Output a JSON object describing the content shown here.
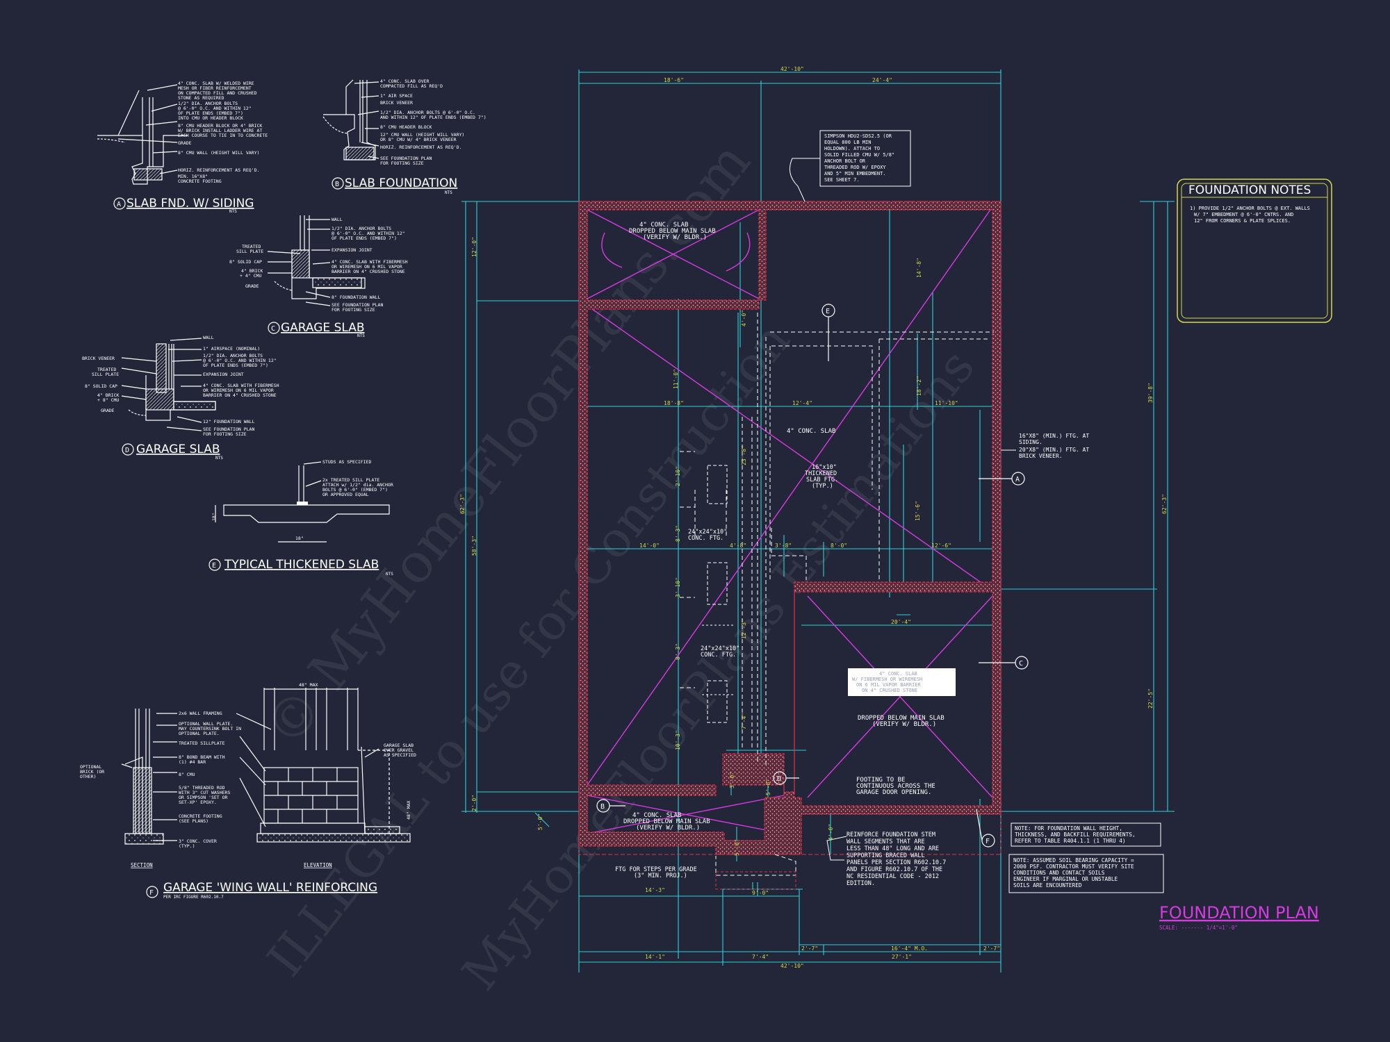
{
  "watermark": {
    "line1": "© MyHomeFloorPlans.com",
    "line2": "ILLEGAL to use for Construction",
    "line3": "MyHomeFloorPlans Estimations"
  },
  "details": [
    {
      "tag": "A",
      "title": "SLAB FND. W/ SIDING",
      "nts": "NTS",
      "notes": [
        "4\" CONC. SLAB W/ WELDED WIRE",
        "MESH OR FIBER REINFORCEMENT",
        "ON COMPACTED FILL AND CRUSHED",
        "STONE AS REQUIRED",
        "1/2\" DIA. ANCHOR BOLTS",
        "@ 6'-0\" O.C. AND WITHIN 12\"",
        "OF PLATE ENDS (EMBED 7\")",
        "INTO CMU OR HEADER BLOCK",
        "8\" CMU HEADER BLOCK OR 4\" BRICK",
        "W/ BRICK INSTALL LADDER WIRE AT",
        "EACH COURSE TO TIE IN TO CONCRETE",
        "GRADE",
        "8\" CMU WALL (HEIGHT WILL VARY)",
        "HORIZ. REINFORCEMENT AS REQ'D.",
        "MIN. 16\"X8\"",
        "CONCRETE FOOTING"
      ]
    },
    {
      "tag": "B",
      "title": "SLAB FOUNDATION",
      "nts": "NTS",
      "notes": [
        "4\" CONC. SLAB OVER",
        "COMPACTED FILL AS REQ'D",
        "1\" AIR SPACE",
        "BRICK VENEER",
        "1/2\" DIA. ANCHOR BOLTS @ 6'-0\" O.C.",
        "AND WITHIN 12\" OF PLATE ENDS (EMBED 7\")",
        "8\" CMU HEADER BLOCK",
        "12\" CMU WALL (HEIGHT WILL VARY)",
        "OR 8\" CMU W/ 4\" BRICK VENEER",
        "HORIZ. REINFORCEMENT AS REQ'D.",
        "SEE FOUNDATION PLAN",
        "FOR FOOTING SIZE"
      ]
    },
    {
      "tag": "C",
      "title": "GARAGE SLAB",
      "nts": "NTS",
      "notes": [
        "WALL",
        "1/2\" DIA. ANCHOR BOLTS",
        "@ 6'-0\" O.C. AND WITHIN 12\"",
        "OF PLATE ENDS (EMBED 7\")",
        "EXPANSION JOINT",
        "4\" CONC. SLAB WITH FIBERMESH",
        "OR WIREMESH ON 6 MIL VAPOR",
        "BARRIER ON 4\" CRUSHED STONE",
        "8\" FOUNDATION WALL",
        "SEE FOUNDATION PLAN",
        "FOR FOOTING SIZE"
      ],
      "left_notes": [
        "TREATED",
        "SILL PLATE",
        "8\" SOLID CAP",
        "4\" BRICK",
        "+ 4\" CMU",
        "GRADE"
      ]
    },
    {
      "tag": "D",
      "title": "GARAGE SLAB",
      "nts": "NTS",
      "notes": [
        "WALL",
        "1\" AIRSPACE (NOMINAL)",
        "1/2\" DIA. ANCHOR BOLTS",
        "@ 6'-0\" O.C. AND WITHIN 12\"",
        "OF PLATE ENDS (EMBED 7\")",
        "EXPANSION JOINT",
        "4\" CONC. SLAB WITH FIBERMESH",
        "OR WIREMESH ON 6 MIL VAPOR",
        "BARRIER ON 4\" CRUSHED STONE",
        "12\" FOUNDATION WALL",
        "SEE FOUNDATION PLAN",
        "FOR FOOTING SIZE"
      ],
      "left_notes": [
        "BRICK VENEER",
        "TREATED",
        "SILL PLATE",
        "8\" SOLID CAP",
        "4\" BRICK",
        "+ 8\" CMU",
        "GRADE"
      ]
    },
    {
      "tag": "E",
      "title": "TYPICAL THICKENED SLAB",
      "nts": "NTS",
      "notes": [
        "STUDS AS SPECIFIED",
        "2x TREATED SILL PLATE",
        "ATTACH w/ 1/2\" dia. ANCHOR",
        "BOLTS @ 6'-0\" (EMBED 7\")",
        "OR APPROVED EQUAL"
      ],
      "dims": [
        "18\"",
        "18\""
      ]
    },
    {
      "tag": "F",
      "title": "GARAGE 'WING WALL' REINFORCING",
      "subtitle": "PER IRC FIGURE R602.10.7",
      "notes": [
        "2x6 WALL FRAMING",
        "OPTIONAL WALL PLATE.",
        "MAY COUNTERSINK BOLT IN",
        "OPTIONAL PLATE.",
        "TREATED SILLPLATE",
        "8\" BOND BEAM WITH",
        "(1) #4 BAR",
        "8\" CMU",
        "5/8\" THREADED ROD",
        "WITH 3\" CUT WASHERS",
        "OR SIMPSON 'SET OR",
        "SET-XP' EPOXY.",
        "CONCRETE FOOTING",
        "(SEE PLANS)",
        "3\" CONC. COVER",
        "(TYP.)"
      ],
      "left_notes": [
        "OPTIONAL",
        "BRICK (OR",
        "OTHER)"
      ],
      "right_notes": [
        "GARAGE SLAB",
        "OVER GRAVEL",
        "AS SPECIFIED"
      ],
      "labels": [
        "SECTION",
        "ELEVATION",
        "48\" MAX",
        "48\" MAX"
      ]
    }
  ],
  "plan": {
    "title": "FOUNDATION PLAN",
    "scale": "SCALE: ------- 1/4\"=1'-0\"",
    "dims_top": [
      "42'-10\"",
      "18'-6\"",
      "24'-4\""
    ],
    "dims_bottom": [
      "14'-1\"",
      "9'-0\"",
      "14'-3\"",
      "7'-4\"",
      "2'-7\"",
      "16'-4\" M.O.",
      "2'-7\"",
      "27'-1\"",
      "42'-10\""
    ],
    "dims_left": [
      "12'-0\"",
      "62'-3\"",
      "58'-3\"",
      "2'-0\"",
      "5'-0\""
    ],
    "dims_right": [
      "39'-8\"",
      "62'-3\"",
      "22'-5\""
    ],
    "dims_interior": [
      "14'-8\"",
      "4'-0\"",
      "11'-0\"",
      "18'-8\"",
      "12'-4\"",
      "11'-10\"",
      "18'-2\"",
      "23'-8\"",
      "2'-10\"",
      "8'-3\"",
      "3'-10\"",
      "8'-3\"",
      "10'-3\"",
      "14'-0\"",
      "4'-8\"",
      "3'-8\"",
      "8'-0\"",
      "12'-6\"",
      "15'-6\"",
      "12'-3\"",
      "7'-4\"",
      "20'-4\"",
      "3'-0\"",
      "5'-8\"",
      "4'-0\"",
      "5'-0\""
    ],
    "simpson_note": [
      "SIMPSON HDU2-SDS2.5 (OR",
      "EQUAL 800 LB MIN",
      "HOLDOWN). ATTACH TO",
      "SOLID FILLED CMU W/ 5/8\"",
      "ANCHOR BOLT OR",
      "THREADED ROD W/ EPOXY",
      "AND 5\" MIN EMBEDMENT.",
      "SEE SHEET 7."
    ],
    "slab_note_top": [
      "4\" CONC. SLAB",
      "DROPPED BELOW MAIN SLAB",
      "(VERIFY W/ BLDR.)"
    ],
    "slab_center": "4\" CONC. SLAB",
    "thickened": [
      "16\"x10\"",
      "THICKENED",
      "SLAB FTG.",
      "(TYP.)"
    ],
    "ftg1": [
      "24\"x24\"x10\"",
      "CONC. FTG."
    ],
    "ftg2": [
      "24\"x24\"x10\"",
      "CONC. FTG."
    ],
    "ftg_right": [
      "16\"X8\" (MIN.) FTG. AT",
      "SIDING.",
      "20\"X8\" (MIN.) FTG. AT",
      "BRICK VENEER."
    ],
    "garage_box": [
      "4\" CONC. SLAB",
      "W/ FIBERMESH OR WIREMESH",
      "ON 6 MIL VAPOR BARRIER",
      "ON 4\" CRUSHED STONE"
    ],
    "garage_drop": [
      "DROPPED BELOW MAIN SLAB",
      "(VERIFY W/ BLDR.)"
    ],
    "garage_footing": [
      "FOOTING TO BE",
      "CONTINUOUS ACROSS THE",
      "GARAGE DOOR OPENING."
    ],
    "porch_slab": [
      "4\" CONC. SLAB",
      "DROPPED BELOW MAIN SLAB",
      "(VERIFY W/ BLDR.)"
    ],
    "steps_note": [
      "FTG FOR STEPS PER GRADE",
      "(3\" MIN. PROJ.)"
    ],
    "reinforce_note": [
      "REINFORCE FOUNDATION STEM",
      "WALL SEGMENTS THAT ARE",
      "LESS THAN 48\" LONG AND ARE",
      "SUPPORTING BRACED WALL",
      "PANELS PER SECTION R602.10.7",
      "AND FIGURE R602.10.7 OF THE",
      "NC RESIDENTIAL CODE - 2012",
      "EDITION."
    ],
    "note1": [
      "NOTE: FOR FOUNDATION WALL HEIGHT,",
      "THICKNESS, AND BACKFILL REQUIREMENTS,",
      "REFER TO TABLE R404.1.1 (1 THRU 4)"
    ],
    "note2": [
      "NOTE: ASSUMED SOIL BEARING CAPACITY =",
      "2000 PSF. CONTRACTOR MUST VERIFY SITE",
      "CONDITIONS AND CONTACT SOILS",
      "ENGINEER IF MARGINAL OR UNSTABLE",
      "SOILS ARE ENCOUNTERED"
    ],
    "callouts": [
      "A",
      "B",
      "C",
      "D",
      "E",
      "F"
    ]
  },
  "foundation_notes": {
    "title": "FOUNDATION NOTES",
    "lines": [
      "1) PROVIDE 1/2\" ANCHOR BOLTS @ EXT. WALLS",
      "W/ 7\" EMBEDMENT @ 6'-0\" CNTRS. AND",
      "12\" FROM CORNERS & PLATE SPLICES."
    ]
  },
  "colors": {
    "background": "#222638",
    "dimension": "#2fd3d6",
    "wall": "#e0304a",
    "magenta": "#d63be0",
    "yellow": "#d8d84a",
    "white": "#ffffff"
  }
}
